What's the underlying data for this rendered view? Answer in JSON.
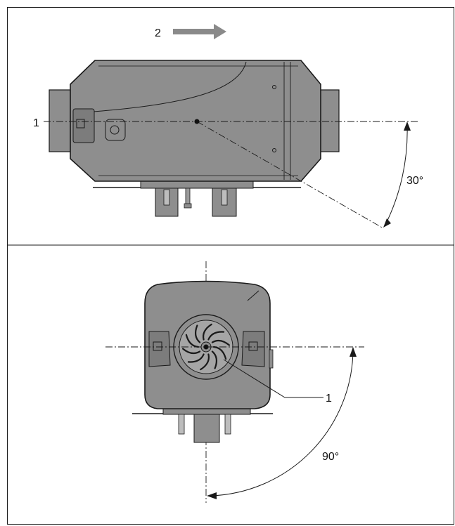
{
  "top_panel": {
    "callout_axis": "1",
    "callout_direction": "2",
    "angle_label": "30°"
  },
  "bottom_panel": {
    "callout_fan": "1",
    "angle_label": "90°"
  },
  "colors": {
    "body_fill": "#8e8e8e",
    "body_dark": "#6f6f6f",
    "arrow_fill": "#8a8a8a",
    "line": "#1a1a1a"
  }
}
